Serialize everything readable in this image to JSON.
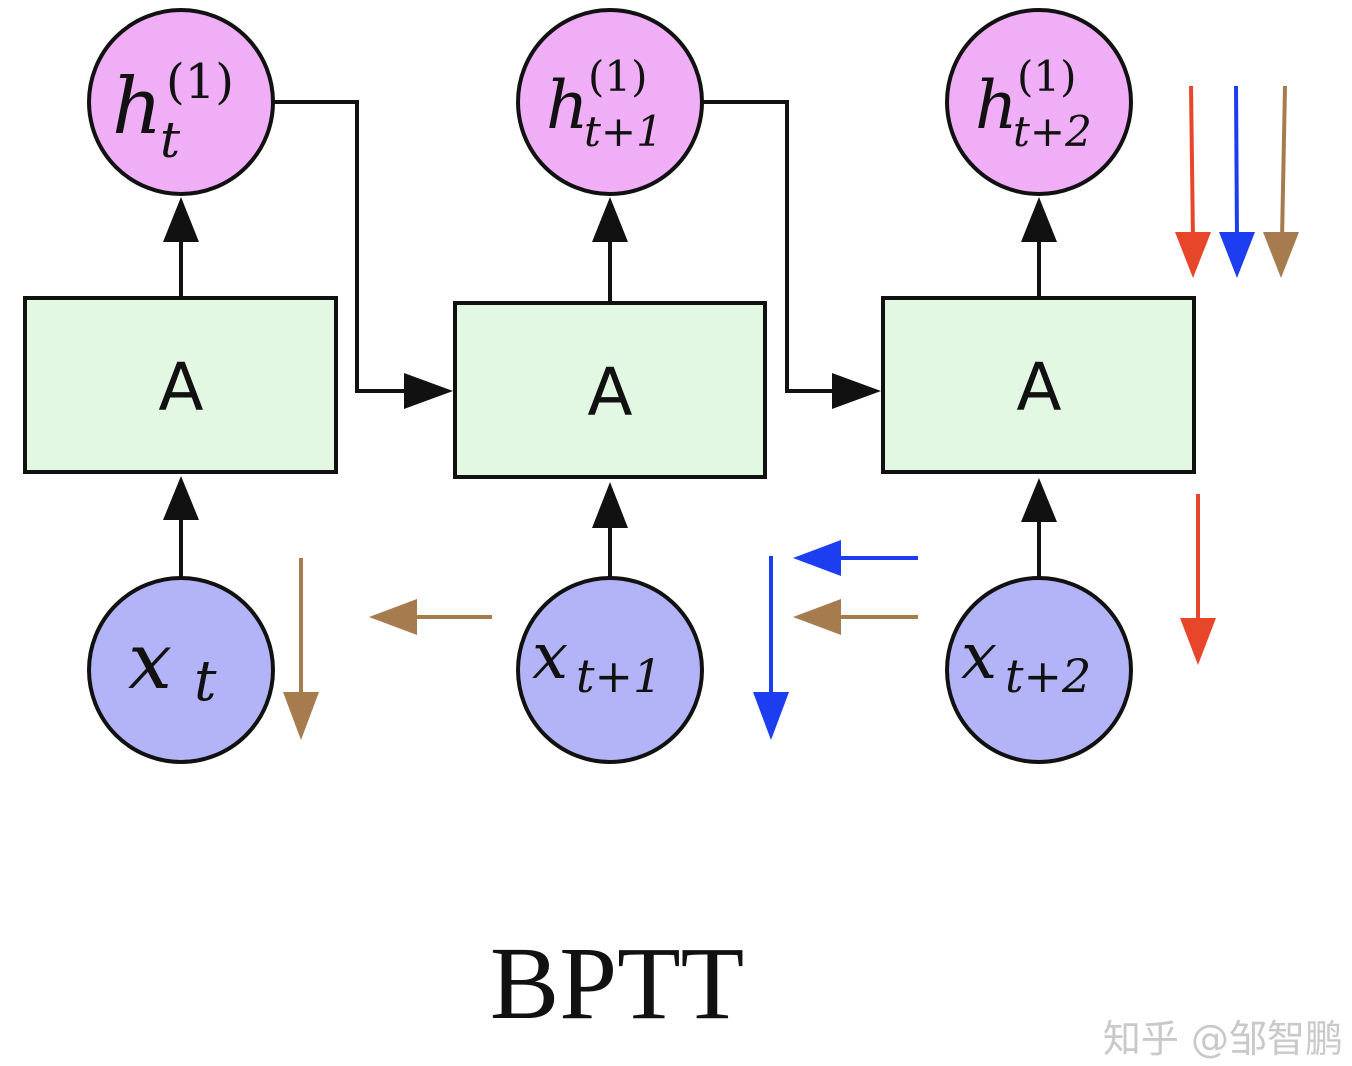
{
  "caption": "BPTT",
  "watermark": "知乎 @邹智鹏",
  "colors": {
    "hidden_fill": "#efaef5",
    "input_fill": "#b2b4f7",
    "cell_fill": "#e3f8e2",
    "stroke": "#111111",
    "red": "#e8462b",
    "blue": "#1d3df0",
    "brown": "#a67c4e"
  },
  "cells": [
    {
      "label": "A"
    },
    {
      "label": "A"
    },
    {
      "label": "A"
    }
  ],
  "hidden_states": [
    {
      "base": "h",
      "sub": "t",
      "sup": "(1)"
    },
    {
      "base": "h",
      "sub": "t+1",
      "sup": "(1)"
    },
    {
      "base": "h",
      "sub": "t+2",
      "sup": "(1)"
    }
  ],
  "inputs": [
    {
      "base": "x",
      "sub": "t"
    },
    {
      "base": "x",
      "sub": "t+1"
    },
    {
      "base": "x",
      "sub": "t+2"
    }
  ],
  "gradient_arrow_colors": [
    "red",
    "blue",
    "brown"
  ]
}
